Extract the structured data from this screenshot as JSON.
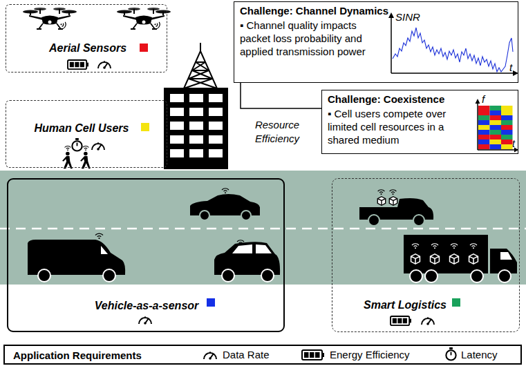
{
  "diagram": {
    "nodes": [
      {
        "text": [
          "Aerial Sensors"
        ]
      },
      {
        "text": [
          "Human Cell Users"
        ]
      },
      {
        "text": [
          "Challenge: Channel Dynamics",
          "▪ Channel quality impacts packet loss probability and applied transmission power"
        ]
      },
      {
        "text": [
          "Challenge: Coexistence",
          "▪ Cell users compete over limited cell resources in a shared medium"
        ]
      },
      {
        "text": [
          "Vehicle-as-a-sensor"
        ]
      },
      {
        "text": [
          "Smart Logistics"
        ]
      },
      {
        "text": [
          "Application Requirements"
        ]
      }
    ],
    "edges": [
      {
        "from": 2,
        "to": 3,
        "label": "Resource Efficiency",
        "arrow": "none"
      }
    ],
    "labels": [
      "SINR",
      "t",
      "f",
      "t"
    ],
    "legend": [
      {
        "text": "Data Rate"
      },
      {
        "text": "Energy Efficiency"
      },
      {
        "text": "Latency"
      }
    ]
  }
}
